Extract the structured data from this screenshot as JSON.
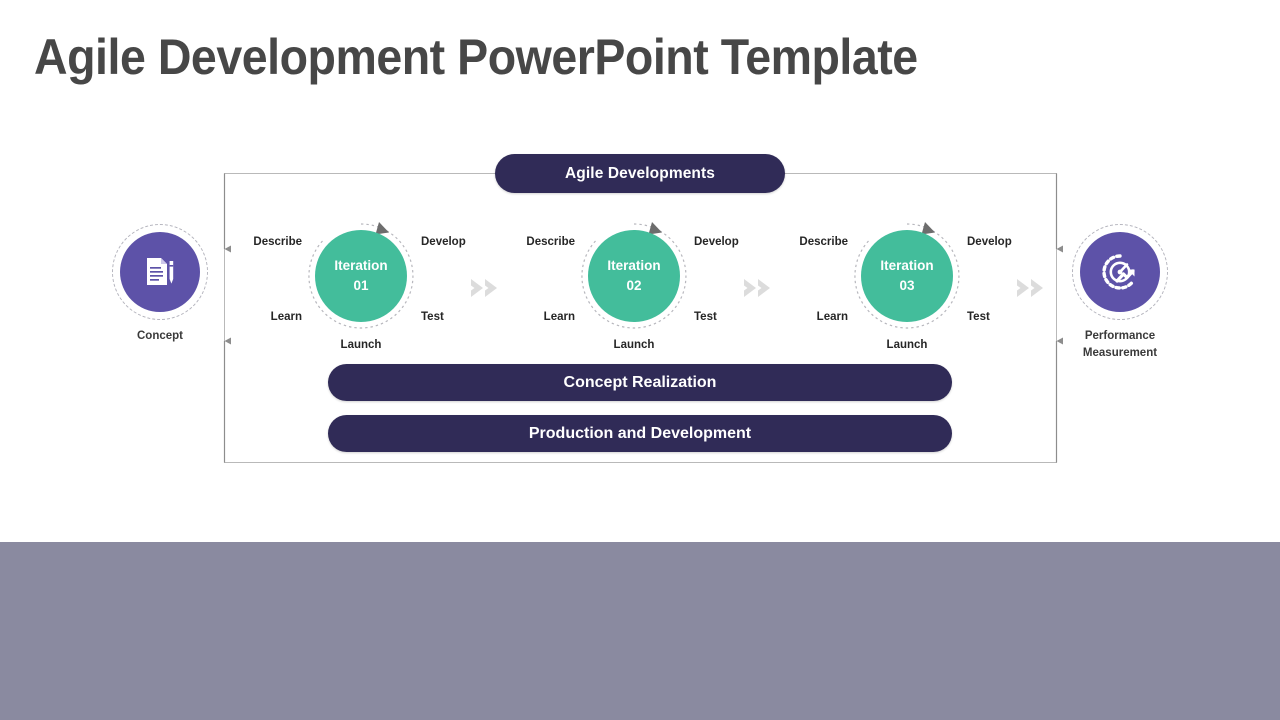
{
  "slide": {
    "title": "Agile Development PowerPoint Template"
  },
  "colors": {
    "navy": "#302B57",
    "purple": "#5D52A8",
    "teal": "#43BD9B",
    "title_gray": "#474747",
    "band_gray": "#8A8AA0",
    "connector_gray": "#9a9a9a",
    "chevron_gray": "#dcdcdc"
  },
  "diagram": {
    "header_pill": {
      "label": "Agile Developments"
    },
    "endpoints": [
      {
        "id": "concept",
        "label": "Concept",
        "icon": "document-pen-icon"
      },
      {
        "id": "performance",
        "label": "Performance\nMeasurement",
        "label_line1": "Performance",
        "label_line2": "Measurement",
        "icon": "speedometer-arrow-icon"
      }
    ],
    "iterations": [
      {
        "id": "iteration-1",
        "title_line1": "Iteration",
        "title_line2": "01",
        "stages": {
          "describe": "Describe",
          "develop": "Develop",
          "learn": "Learn",
          "test": "Test",
          "launch": "Launch"
        }
      },
      {
        "id": "iteration-2",
        "title_line1": "Iteration",
        "title_line2": "02",
        "stages": {
          "describe": "Describe",
          "develop": "Develop",
          "learn": "Learn",
          "test": "Test",
          "launch": "Launch"
        }
      },
      {
        "id": "iteration-3",
        "title_line1": "Iteration",
        "title_line2": "03",
        "stages": {
          "describe": "Describe",
          "develop": "Develop",
          "learn": "Learn",
          "test": "Test",
          "launch": "Launch"
        }
      }
    ],
    "bottom_pills": [
      {
        "id": "concept-realization",
        "label": "Concept Realization"
      },
      {
        "id": "production-development",
        "label": "Production and Development"
      }
    ],
    "flow_separators": [
      {
        "id": "chevron-1",
        "icon": "double-chevron-right-icon"
      },
      {
        "id": "chevron-2",
        "icon": "double-chevron-right-icon"
      },
      {
        "id": "chevron-3",
        "icon": "double-chevron-right-icon"
      }
    ]
  }
}
